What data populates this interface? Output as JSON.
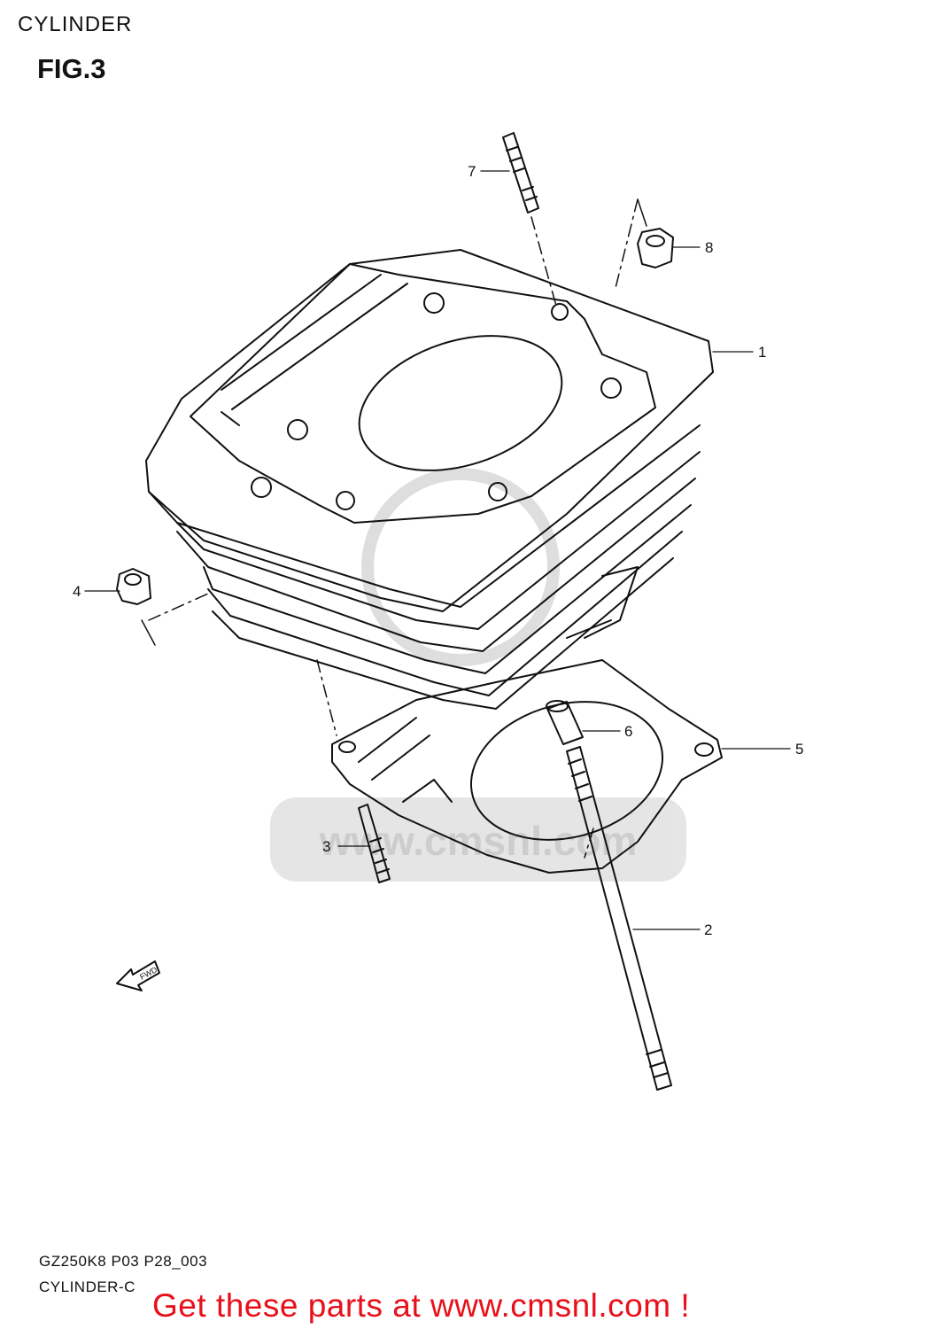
{
  "header": {
    "title": "CYLINDER",
    "figure": "FIG.3"
  },
  "parts": [
    {
      "id": "1",
      "label": "1"
    },
    {
      "id": "2",
      "label": "2"
    },
    {
      "id": "3",
      "label": "3"
    },
    {
      "id": "4",
      "label": "4"
    },
    {
      "id": "5",
      "label": "5"
    },
    {
      "id": "6",
      "label": "6"
    },
    {
      "id": "7",
      "label": "7"
    },
    {
      "id": "8",
      "label": "8"
    }
  ],
  "direction_marker": "FWD",
  "watermark": "www.cmsnl.com",
  "footer": {
    "code": "GZ250K8 P03 P28_003",
    "name": "CYLINDER-C",
    "promo": "Get these parts at www.cmsnl.com !"
  },
  "colors": {
    "line": "#111111",
    "watermark": "#d9d9d9",
    "promo": "#e8101a"
  }
}
